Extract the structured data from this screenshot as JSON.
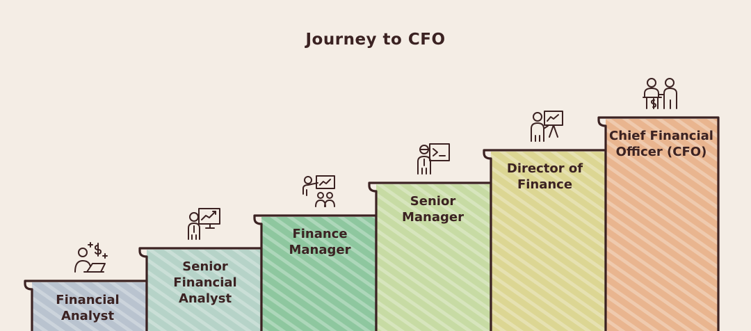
{
  "title": "Journey to CFO",
  "steps": [
    {
      "label": "Financial Analyst",
      "color": "#b9c3cf",
      "icon": "analyst-laptop-dollar-icon"
    },
    {
      "label": "Senior Financial Analyst",
      "color": "#b6d3c8",
      "icon": "presenter-chart-icon"
    },
    {
      "label": "Finance Manager",
      "color": "#8ec79f",
      "icon": "manager-team-icon"
    },
    {
      "label": "Senior Manager",
      "color": "#c7dba4",
      "icon": "manager-terminal-icon"
    },
    {
      "label": "Director of Finance",
      "color": "#dcd693",
      "icon": "director-board-icon"
    },
    {
      "label": "Chief Financial Officer (CFO)",
      "color": "#e9b58f",
      "icon": "cfo-handshake-icon"
    }
  ]
}
